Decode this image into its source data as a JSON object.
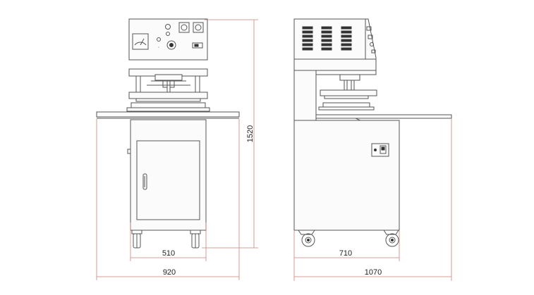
{
  "dimensions": {
    "total_height": "1520",
    "front_base_width": "510",
    "front_table_width": "920",
    "side_base_width": "710",
    "side_total_depth": "1070"
  },
  "colors": {
    "line": "#555555",
    "dimension_line": "#c9837a",
    "background": "#ffffff"
  },
  "icons": [
    "meter-icon",
    "knob-icon",
    "button-icon",
    "switch-icon",
    "vent-icon",
    "wheel-icon",
    "handle-icon"
  ]
}
